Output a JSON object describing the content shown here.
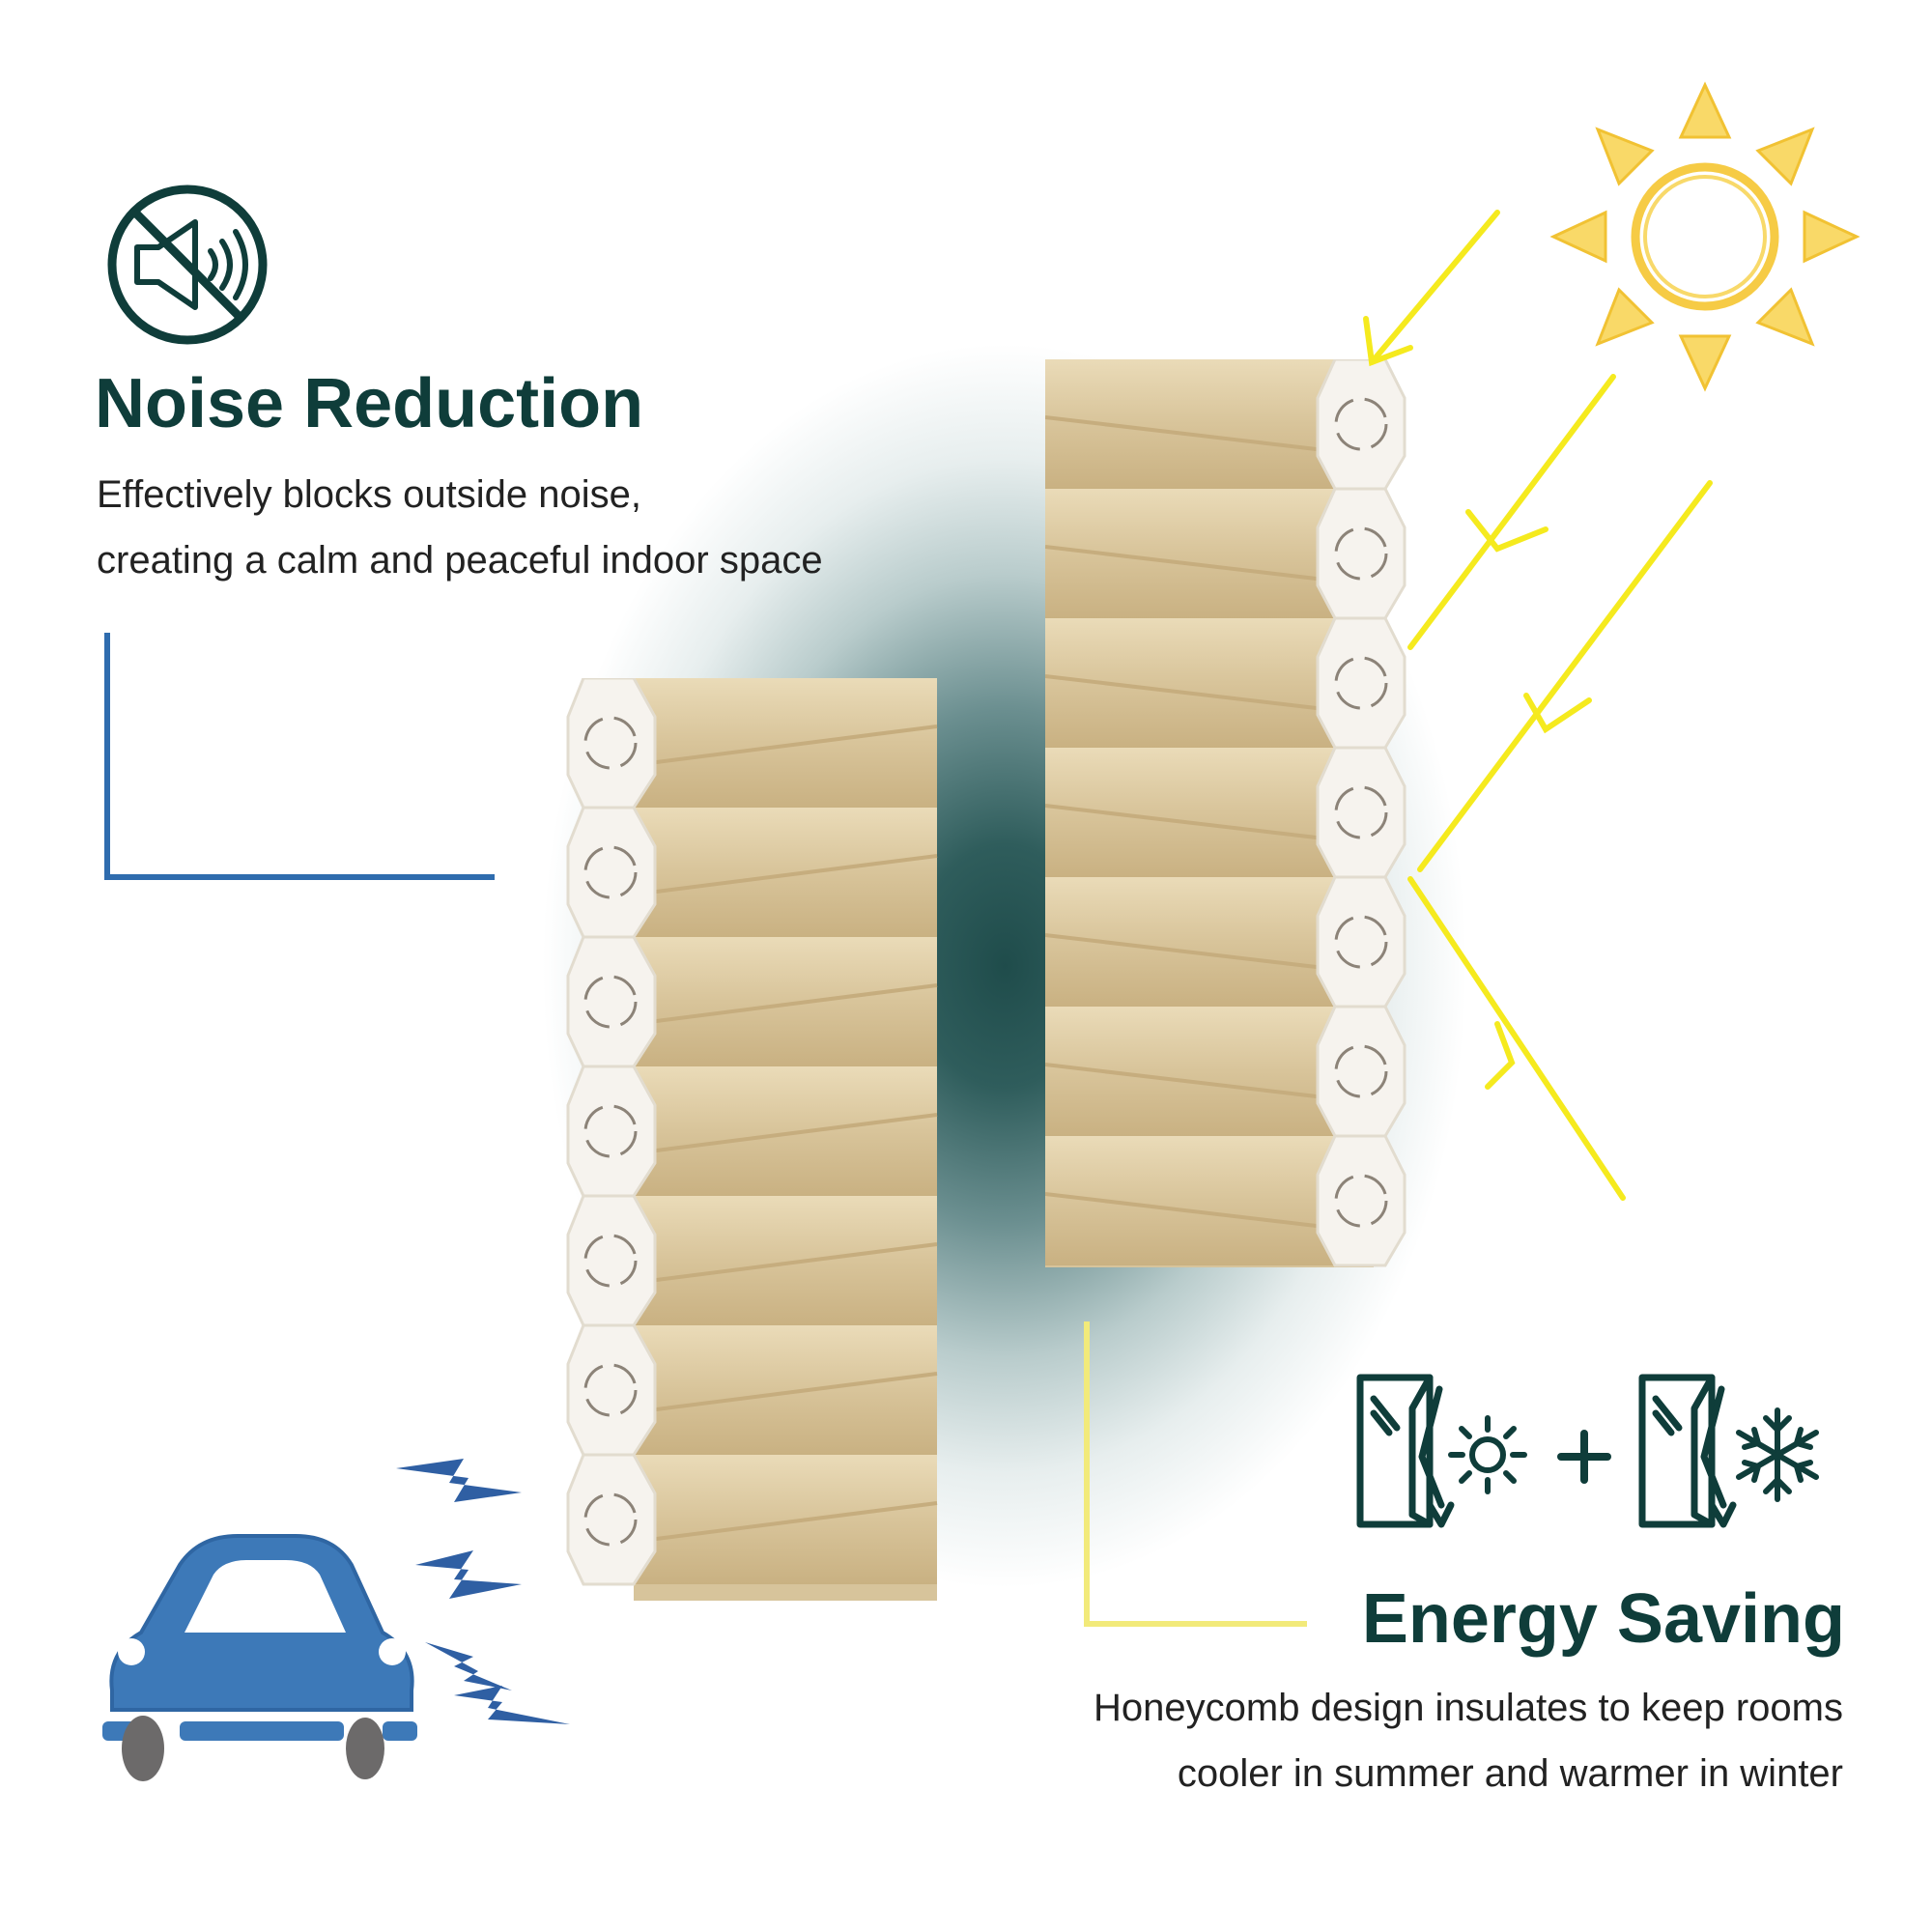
{
  "noise": {
    "title": "Noise Reduction",
    "desc_line1": "Effectively blocks outside noise,",
    "desc_line2": "creating a calm and peaceful indoor space",
    "icon": "mute-speaker-icon"
  },
  "energy": {
    "title": "Energy Saving",
    "desc_line1": "Honeycomb design insulates to keep rooms",
    "desc_line2": "cooler in summer and warmer in winter",
    "icons": [
      "door-sun-icon",
      "plus-icon",
      "door-snowflake-icon"
    ]
  },
  "colors": {
    "brand_green": "#0f3d3a",
    "shade_beige": "#d9c7a0",
    "blue_accent": "#2f6cae",
    "yellow_accent": "#f2ea7a",
    "sun_yellow": "#f6cb45"
  }
}
